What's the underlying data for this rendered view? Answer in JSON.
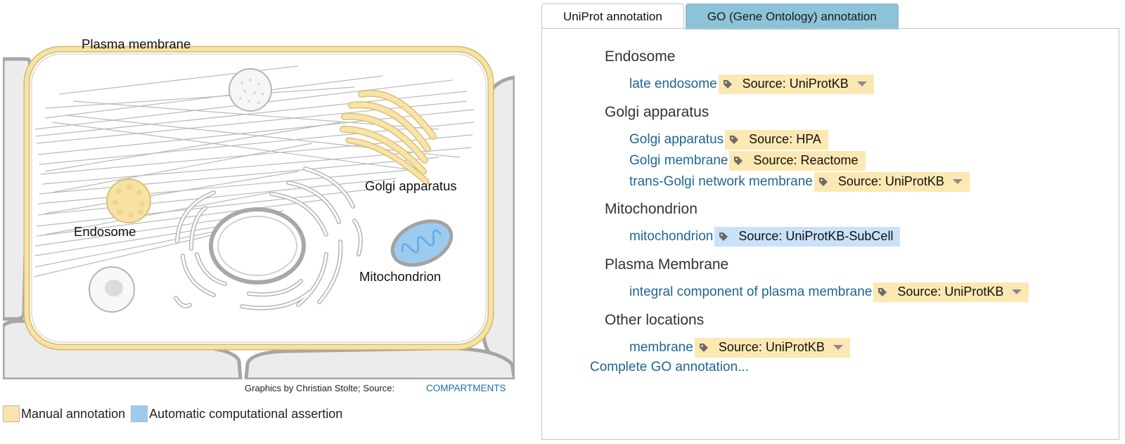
{
  "diagram": {
    "labels": {
      "plasma_membrane": "Plasma membrane",
      "golgi": "Golgi apparatus",
      "endosome": "Endosome",
      "mitochondrion": "Mitochondrion"
    },
    "credit": "Graphics by Christian Stolte; Source:",
    "credit_link": "COMPARTMENTS",
    "colors": {
      "manual": "#f9e5a8",
      "automatic": "#9dcbf0",
      "membrane": "#f5e3a6",
      "outline": "#a6a6a6",
      "neighbor_fill": "#ececec"
    }
  },
  "legend": {
    "items": [
      {
        "label": "Manual annotation",
        "color": "#f9e5a8"
      },
      {
        "label": "Automatic computational assertion",
        "color": "#9dcbf0"
      }
    ]
  },
  "tabs": [
    {
      "label": "UniProt annotation",
      "active": false
    },
    {
      "label": "GO (Gene Ontology) annotation",
      "active": true
    }
  ],
  "go": {
    "groups": [
      {
        "heading": "Endosome",
        "terms": [
          {
            "name": "late endosome",
            "source": "Source: UniProtKB",
            "dropdown": true,
            "type": "manual"
          }
        ]
      },
      {
        "heading": "Golgi apparatus",
        "terms": [
          {
            "name": "Golgi apparatus",
            "source": "Source: HPA",
            "dropdown": false,
            "type": "manual"
          },
          {
            "name": "Golgi membrane",
            "source": "Source: Reactome",
            "dropdown": false,
            "type": "manual"
          },
          {
            "name": "trans-Golgi network membrane",
            "source": "Source: UniProtKB",
            "dropdown": true,
            "type": "manual"
          }
        ]
      },
      {
        "heading": "Mitochondrion",
        "terms": [
          {
            "name": "mitochondrion",
            "source": "Source: UniProtKB-SubCell",
            "dropdown": false,
            "type": "automatic"
          }
        ]
      },
      {
        "heading": "Plasma Membrane",
        "terms": [
          {
            "name": "integral component of plasma membrane",
            "source": "Source: UniProtKB",
            "dropdown": true,
            "type": "manual"
          }
        ]
      },
      {
        "heading": "Other locations",
        "terms": [
          {
            "name": "membrane",
            "source": "Source: UniProtKB",
            "dropdown": true,
            "type": "manual"
          }
        ]
      }
    ],
    "complete_link": "Complete GO annotation..."
  }
}
